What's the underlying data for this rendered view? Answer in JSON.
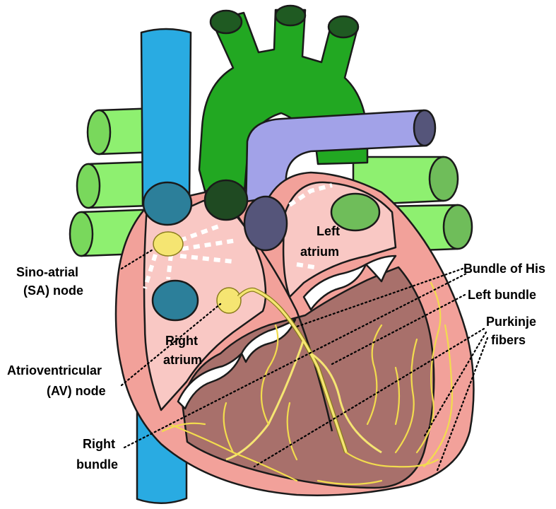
{
  "labels": {
    "sa_node_1": "Sino-atrial",
    "sa_node_2": "(SA) node",
    "av_node_1": "Atrioventricular",
    "av_node_2": "(AV) node",
    "right_bundle_1": "Right",
    "right_bundle_2": "bundle",
    "bundle_of_his": "Bundle of His",
    "left_bundle": "Left bundle",
    "purkinje_1": "Purkinje",
    "purkinje_2": "fibers",
    "left_atrium_1": "Left",
    "left_atrium_2": "atrium",
    "right_atrium_1": "Right",
    "right_atrium_2": "atrium"
  },
  "colors": {
    "vena_cava": "#29abe2",
    "aorta": "#22a822",
    "pulmonary_artery": "#a2a2e8",
    "pulmonary_veins": "#8ef070",
    "myocardium": "#f2a19a",
    "atrium_chamber": "#f9c8c4",
    "ventricle_chamber": "#a8706b",
    "conduction": "#f5e572"
  }
}
